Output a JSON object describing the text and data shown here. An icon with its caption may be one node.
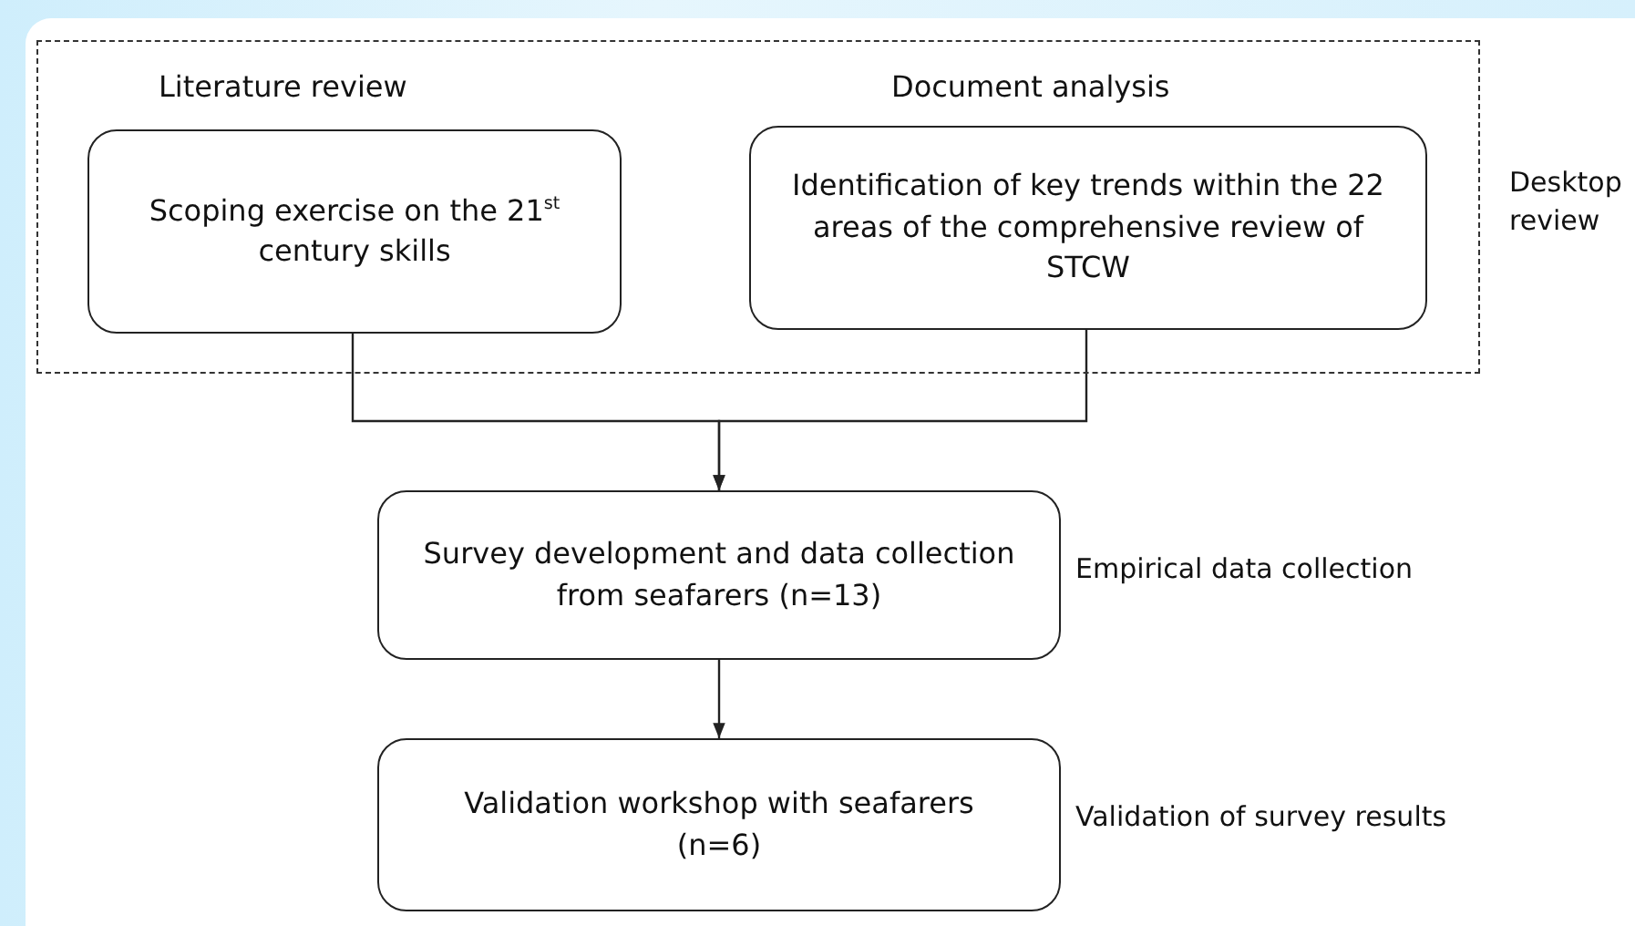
{
  "diagram": {
    "nodes": [
      {
        "text": [],
        "shape": "box",
        "beside": [
          "Desktop review"
        ]
      },
      {
        "text": [
          "Literature review",
          "Scoping exercise on the 21$^{st}$ century skills"
        ],
        "in": 0
      },
      {
        "text": [
          "Document analysis",
          "Identification of key trends within the 22 areas of the comprehensive review of STCW"
        ],
        "in": 0
      },
      {
        "text": [
          "Survey development and data collection from seafarers (n=13)"
        ],
        "beside": [
          "Empirical data collection"
        ]
      },
      {
        "text": [
          "Validation workshop with seafarers (n=6)"
        ],
        "beside": [
          "Validation of survey results"
        ]
      }
    ],
    "edges": [
      {
        "from": 1,
        "to": 3,
        "arrow": "to"
      },
      {
        "from": 2,
        "to": 3,
        "arrow": "to"
      },
      {
        "from": 3,
        "to": 4,
        "arrow": "to"
      }
    ]
  }
}
